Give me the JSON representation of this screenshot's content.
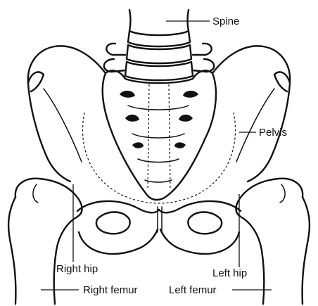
{
  "diagram": {
    "labels": {
      "spine": "Spine",
      "pelvis": "Pelvis",
      "right_hip": "Right hip",
      "left_hip": "Left hip",
      "right_femur": "Right femur",
      "left_femur": "Left femur"
    },
    "colors": {
      "ink": "#111111",
      "background": "#ffffff"
    }
  }
}
